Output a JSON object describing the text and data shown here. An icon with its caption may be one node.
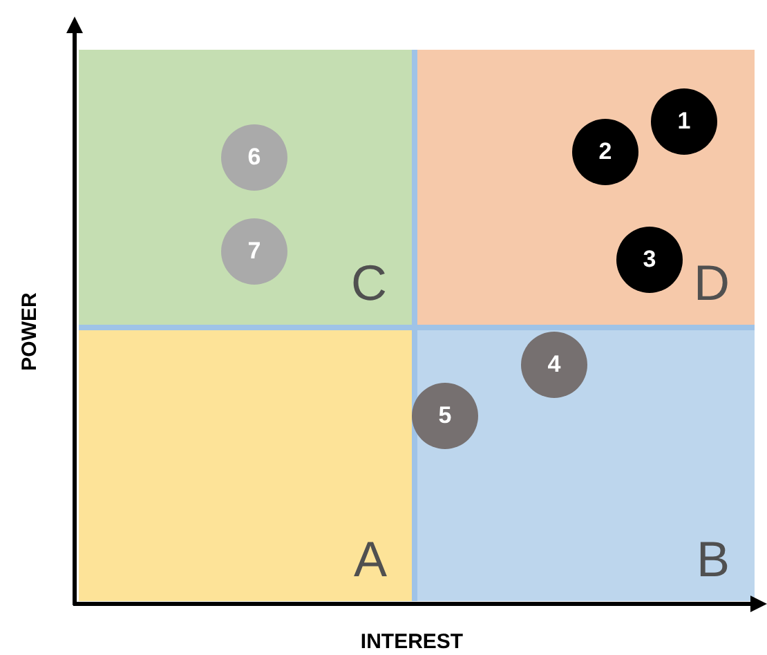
{
  "diagram": {
    "nodes": [
      {
        "text": [
          "C"
        ]
      },
      {
        "text": [
          "6"
        ],
        "in": 0
      },
      {
        "text": [
          "7"
        ],
        "in": 0
      },
      {
        "text": [
          "D"
        ]
      },
      {
        "text": [
          "1"
        ],
        "in": 3
      },
      {
        "text": [
          "2"
        ],
        "in": 3
      },
      {
        "text": [
          "3"
        ],
        "in": 3
      },
      {
        "text": [
          "A"
        ]
      },
      {
        "text": [
          "B"
        ]
      },
      {
        "text": [
          "4"
        ],
        "in": 8
      },
      {
        "text": [
          "5"
        ]
      }
    ],
    "labels": [
      "POWER",
      "INTEREST"
    ]
  }
}
